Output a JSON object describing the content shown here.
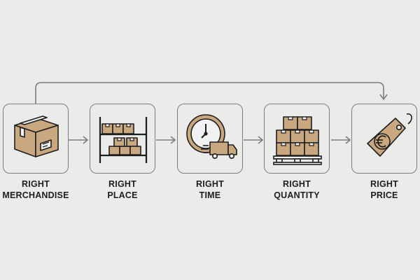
{
  "steps": [
    {
      "id": "merchandise",
      "line1": "RIGHT",
      "line2": "MERCHANDISE",
      "icon": "cardboard-box-icon"
    },
    {
      "id": "place",
      "line1": "RIGHT",
      "line2": "PLACE",
      "icon": "warehouse-shelf-icon"
    },
    {
      "id": "time",
      "line1": "RIGHT",
      "line2": "TIME",
      "icon": "clock-truck-icon"
    },
    {
      "id": "quantity",
      "line1": "RIGHT",
      "line2": "QUANTITY",
      "icon": "pallet-boxes-icon"
    },
    {
      "id": "price",
      "line1": "RIGHT",
      "line2": "PRICE",
      "icon": "euro-price-tag-icon"
    }
  ],
  "colors": {
    "background": "#ebebea",
    "outline": "#7d7d7d",
    "icon_fill": "#c9a77f",
    "icon_stroke": "#1e1e1e",
    "text": "#1e1e1e"
  }
}
